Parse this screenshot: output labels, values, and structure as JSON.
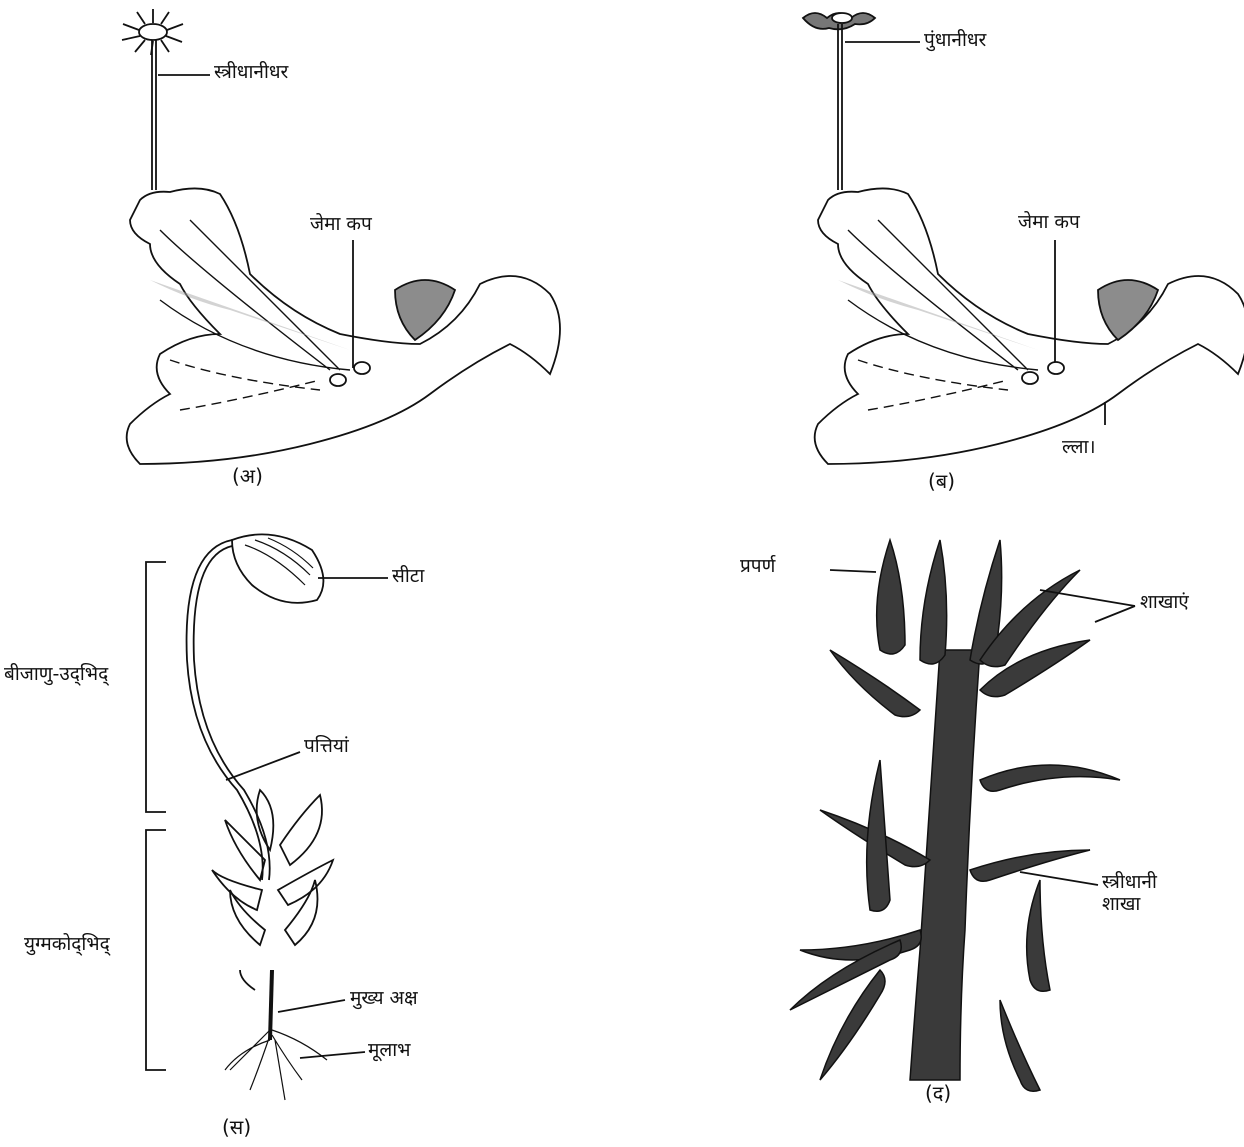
{
  "panels": {
    "a": {
      "caption": "(अ)",
      "labels": {
        "archegoniophore": "स्त्रीधानीधर",
        "gemma_cup": "जेमा कप"
      }
    },
    "b": {
      "caption": "(ब)",
      "labels": {
        "antheridiophore": "पुंधानीधर",
        "gemma_cup": "जेमा कप",
        "rhizoid_partial": "ल्ला।"
      }
    },
    "c": {
      "caption": "(स)",
      "labels": {
        "capsule": "सीटा",
        "sporophyte": "बीजाणु-उद्‌भिद्",
        "leaves": "पत्तियां",
        "gametophyte": "युग्मकोद्‌भिद्",
        "main_axis": "मुख्य अक्ष",
        "rhizoids": "मूलाभ"
      }
    },
    "d": {
      "caption": "(द)",
      "labels": {
        "phyllid": "प्रपर्ण",
        "branches": "शाखाएं",
        "female_branch": "स्त्रीधानी\nशाखा"
      }
    }
  },
  "colors": {
    "ink": "#111111",
    "shade": "#9a9a9a",
    "dark_moss": "#3a3a3a"
  }
}
